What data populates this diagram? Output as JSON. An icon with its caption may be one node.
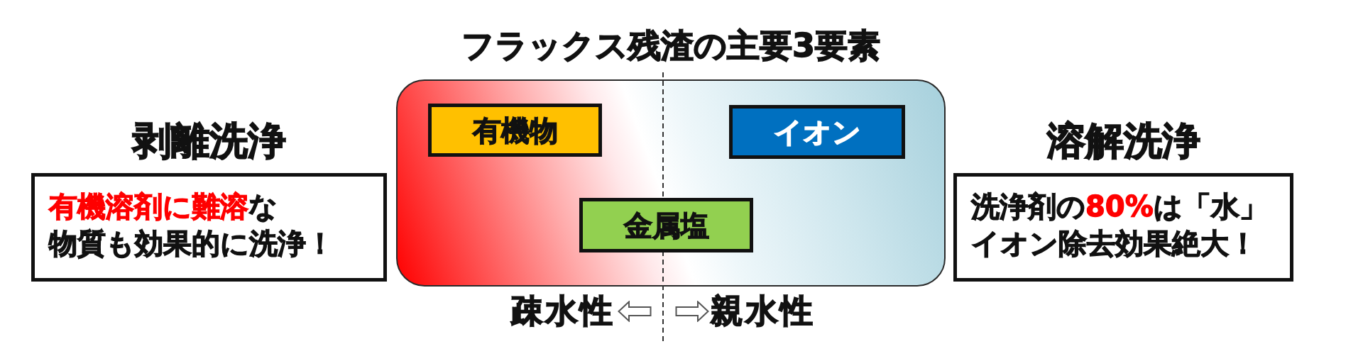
{
  "diagram": {
    "nodes": [
      {
        "text": [
          "フラックス残渣の主要3要素"
        ]
      },
      {
        "text": [
          "有機物"
        ],
        "in": 0
      },
      {
        "text": [
          "イオン"
        ],
        "in": 0
      },
      {
        "text": [
          "金属塩"
        ],
        "in": 0
      },
      {
        "text": [
          "剥離洗浄",
          "**有機溶剤に難溶**な物質も効果的に洗浄！"
        ]
      },
      {
        "text": [
          "溶解洗浄",
          "洗浄剤の**80%**は「水」イオン除去効果絶大！"
        ]
      }
    ],
    "labels": [
      "疎水性",
      "親水性"
    ]
  }
}
